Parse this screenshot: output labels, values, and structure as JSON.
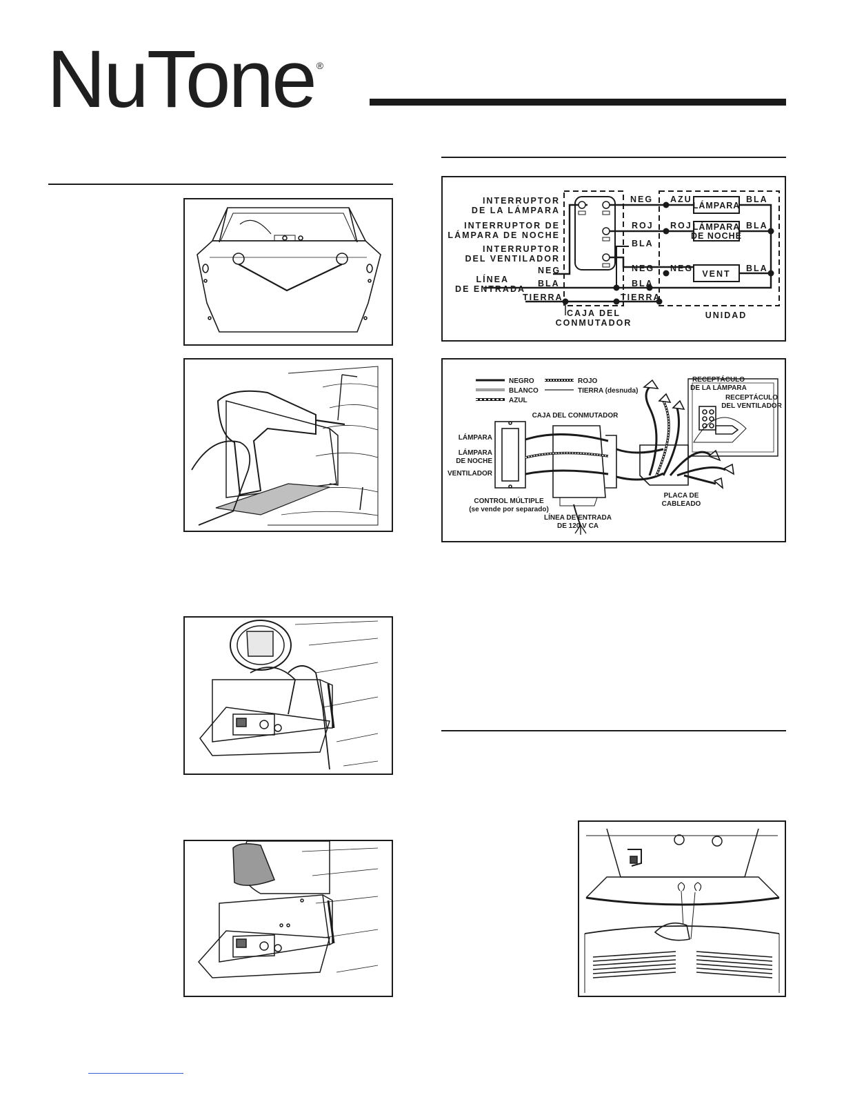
{
  "brand": {
    "name": "NuTone",
    "mark": "®"
  },
  "schematic": {
    "left_labels": [
      {
        "id": "lamp_switch",
        "lines": [
          "INTERRUPTOR",
          "DE LA LÁMPARA"
        ]
      },
      {
        "id": "night_switch",
        "lines": [
          "INTERRUPTOR DE",
          "LA LÁMPARA DE NOCHE"
        ]
      },
      {
        "id": "fan_switch",
        "lines": [
          "INTERRUPTOR",
          "DEL VENTILADOR"
        ]
      },
      {
        "id": "line_in",
        "lines": [
          "LÍNEA",
          "DE ENTRADA"
        ]
      }
    ],
    "wire_labels": {
      "neg": "NEG",
      "roj": "ROJ",
      "bla": "BLA",
      "azu": "AZU",
      "tierra": "TIERRA"
    },
    "components": {
      "lamp": "LÁMPARA",
      "night_lamp": [
        "LÁMPARA",
        "DE NOCHE"
      ],
      "vent": "VENT"
    },
    "groups": {
      "switch_box": [
        "CAJA DEL",
        "CONMUTADOR"
      ],
      "unit": "UNIDAD"
    }
  },
  "pictorial": {
    "legend": {
      "negro": "NEGRO",
      "rojo": "ROJO",
      "blanco": "BLANCO",
      "tierra": "TIERRA (desnuda)",
      "azul": "AZUL"
    },
    "labels": {
      "switch_box": "CAJA DEL CONMUTADOR",
      "lamp_receptacle": [
        "RECEPTÁCULO",
        "DE LA LÁMPARA"
      ],
      "fan_receptacle": [
        "RECEPTÁCULO",
        "DEL VENTILADOR"
      ],
      "lamp": "LÁMPARA",
      "night_lamp": [
        "LÁMPARA",
        "DE NOCHE"
      ],
      "fan": "VENTILADOR",
      "multi_control": [
        "CONTROL MÚLTIPLE",
        "(se vende por separado)"
      ],
      "line_in": [
        "LÍNEA DE ENTRADA",
        "DE 120 V CA"
      ],
      "wiring_plate": [
        "PLACA DE",
        "CABLEADO"
      ]
    }
  }
}
